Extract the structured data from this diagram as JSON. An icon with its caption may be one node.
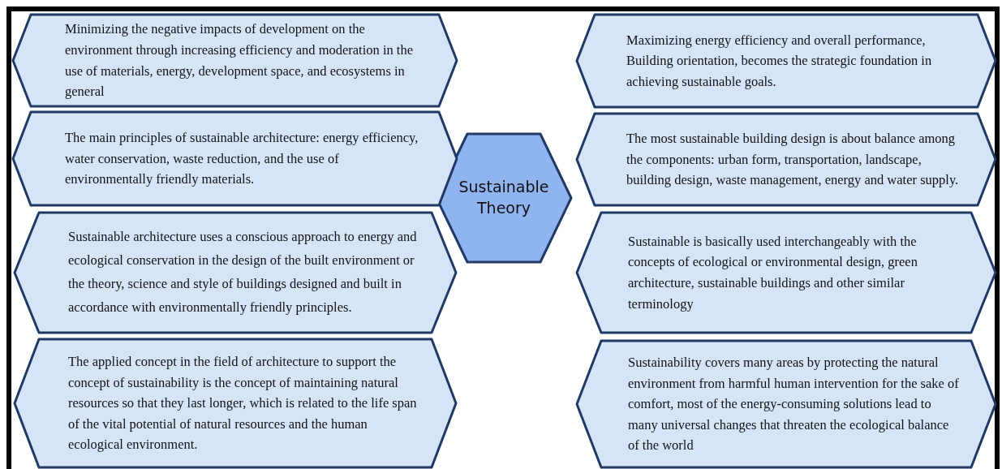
{
  "diagram": {
    "nodes": [
      {
        "text": [
          "Sustainable Theory"
        ]
      },
      {
        "text": [
          "Minimizing the negative impacts of development on the environment through increasing efficiency and moderation in the use of materials, energy, development space, and ecosystems in general"
        ]
      },
      {
        "text": [
          "Maximizing energy efficiency and overall performance, Building orientation, becomes the strategic foundation in achieving sustainable goals."
        ]
      },
      {
        "text": [
          "The main principles of sustainable architecture: energy efficiency, water conservation, waste reduction, and the use of environmentally friendly materials."
        ]
      },
      {
        "text": [
          "The most sustainable building design is about balance among the components: urban form, transportation, landscape, building design, waste management, energy and water supply."
        ]
      },
      {
        "text": [
          "Sustainable architecture uses a conscious approach to energy and ecological conservation in the design of the built environment or the theory, science and style of buildings designed and built in accordance with environmentally friendly principles."
        ]
      },
      {
        "text": [
          "Sustainable is basically used interchangeably with the concepts of ecological or environmental design, green architecture, sustainable buildings and other similar terminology"
        ]
      },
      {
        "text": [
          "The applied concept in the field of architecture to support the concept of sustainability is the concept of maintaining natural resources so that they last longer, which is related to the life span of the vital potential of natural resources and the human ecological environment."
        ]
      },
      {
        "text": [
          "Sustainability covers many areas by protecting the natural environment from harmful human intervention for the sake of comfort, most of the energy-consuming solutions lead to many universal changes that threaten the ecological balance of the world"
        ]
      }
    ]
  }
}
